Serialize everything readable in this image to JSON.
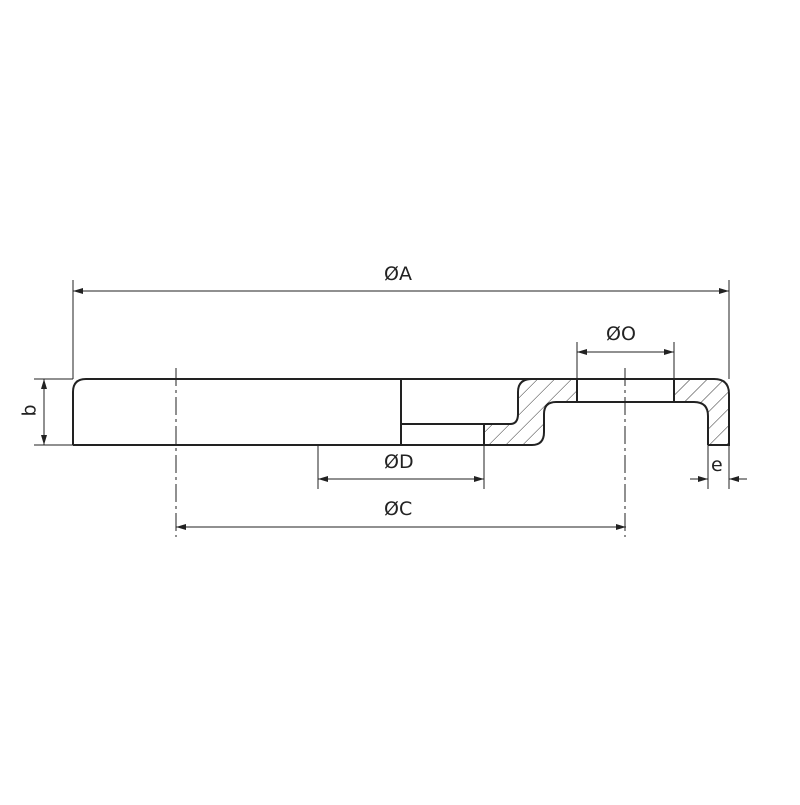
{
  "drawing": {
    "type": "technical-section-drawing",
    "subject": "flange / cover cross-section",
    "colors": {
      "line": "#222222",
      "hatch": "#333333",
      "background": "#ffffff"
    }
  },
  "dimensions": {
    "A": {
      "label": "ØA",
      "kind": "diameter"
    },
    "O": {
      "label": "ØO",
      "kind": "diameter"
    },
    "D": {
      "label": "ØD",
      "kind": "diameter"
    },
    "C": {
      "label": "ØC",
      "kind": "diameter"
    },
    "b": {
      "label": "b",
      "kind": "thickness"
    },
    "e": {
      "label": "e",
      "kind": "wall-thickness"
    }
  }
}
